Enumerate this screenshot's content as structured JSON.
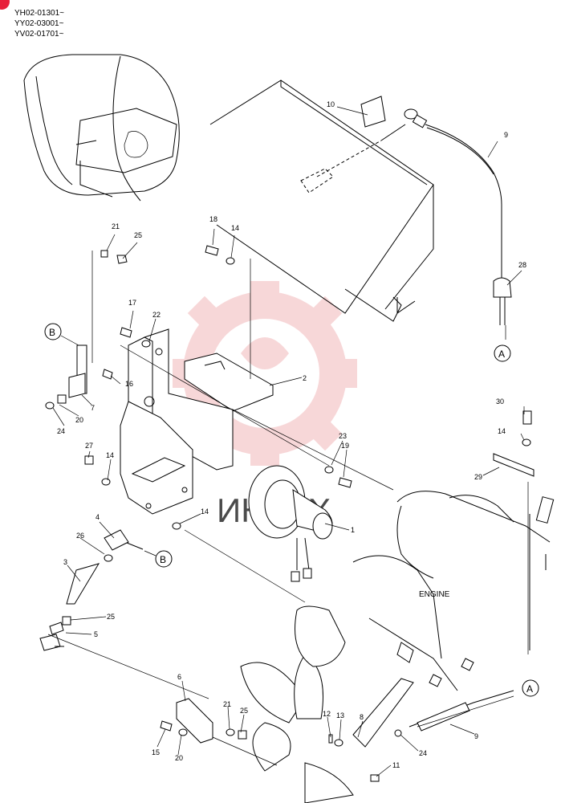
{
  "serial_codes": [
    "YH02-01301~",
    "YY02-03001~",
    "YV02-01701~"
  ],
  "engine_label": "ENGINE",
  "watermark_text": "ИНТЕХ",
  "watermark_color": "#f2b7ba",
  "badge_color": "#e8203a",
  "part_labels": {
    "p10": "10",
    "p9_top": "9",
    "p18": "18",
    "p14_a": "14",
    "p21_a": "21",
    "p25_a": "25",
    "p28": "28",
    "p17": "17",
    "p22": "22",
    "p2": "2",
    "p16": "16",
    "p7": "7",
    "p20_a": "20",
    "p24_a": "24",
    "p30": "30",
    "p14_b": "14",
    "p29": "29",
    "p23": "23",
    "p19": "19",
    "p27": "27",
    "p14_c": "14",
    "p14_d": "14",
    "p1": "1",
    "p4": "4",
    "p26": "26",
    "p3": "3",
    "p25_b": "25",
    "p5": "5",
    "p6": "6",
    "p21_b": "21",
    "p25_c": "25",
    "p12": "12",
    "p13": "13",
    "p8": "8",
    "p9_bottom": "9",
    "p24_b": "24",
    "p15": "15",
    "p20_b": "20",
    "p11": "11"
  },
  "ref_markers": {
    "b_left": "B",
    "b_mid": "B",
    "a_top": "A",
    "a_bottom": "A"
  }
}
